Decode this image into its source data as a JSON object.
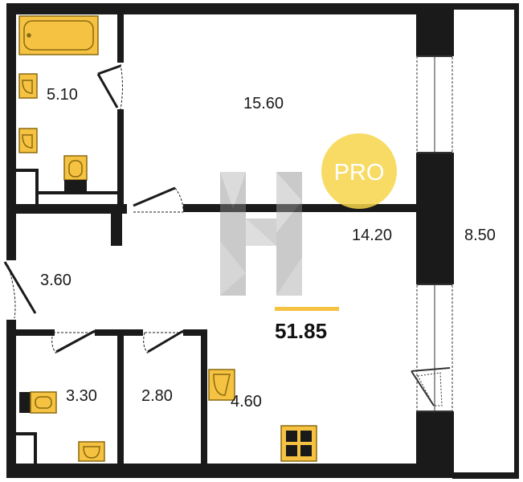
{
  "plan": {
    "total_area": "51.85",
    "badge_text": "PRO",
    "rooms": [
      {
        "id": "bathroom",
        "area": "5.10"
      },
      {
        "id": "living-room",
        "area": "15.60"
      },
      {
        "id": "kitchen",
        "area": "14.20"
      },
      {
        "id": "balcony",
        "area": "8.50"
      },
      {
        "id": "hallway",
        "area": "3.60"
      },
      {
        "id": "toilet",
        "area": "3.30"
      },
      {
        "id": "storage",
        "area": "2.80"
      },
      {
        "id": "corridor",
        "area": "4.60"
      }
    ]
  },
  "colors": {
    "wall": "#1a1a1a",
    "fixture": "#f5c242",
    "fixture_stroke": "#8a6a10",
    "badge": "#f7d54a",
    "watermark": "#9a9a9a",
    "accent_line": "#f5c242"
  },
  "icons": [
    "bathtub-icon",
    "sink-icon",
    "toilet-icon",
    "stove-icon",
    "door-swing-icon",
    "window-icon",
    "watermark-logo-icon"
  ]
}
